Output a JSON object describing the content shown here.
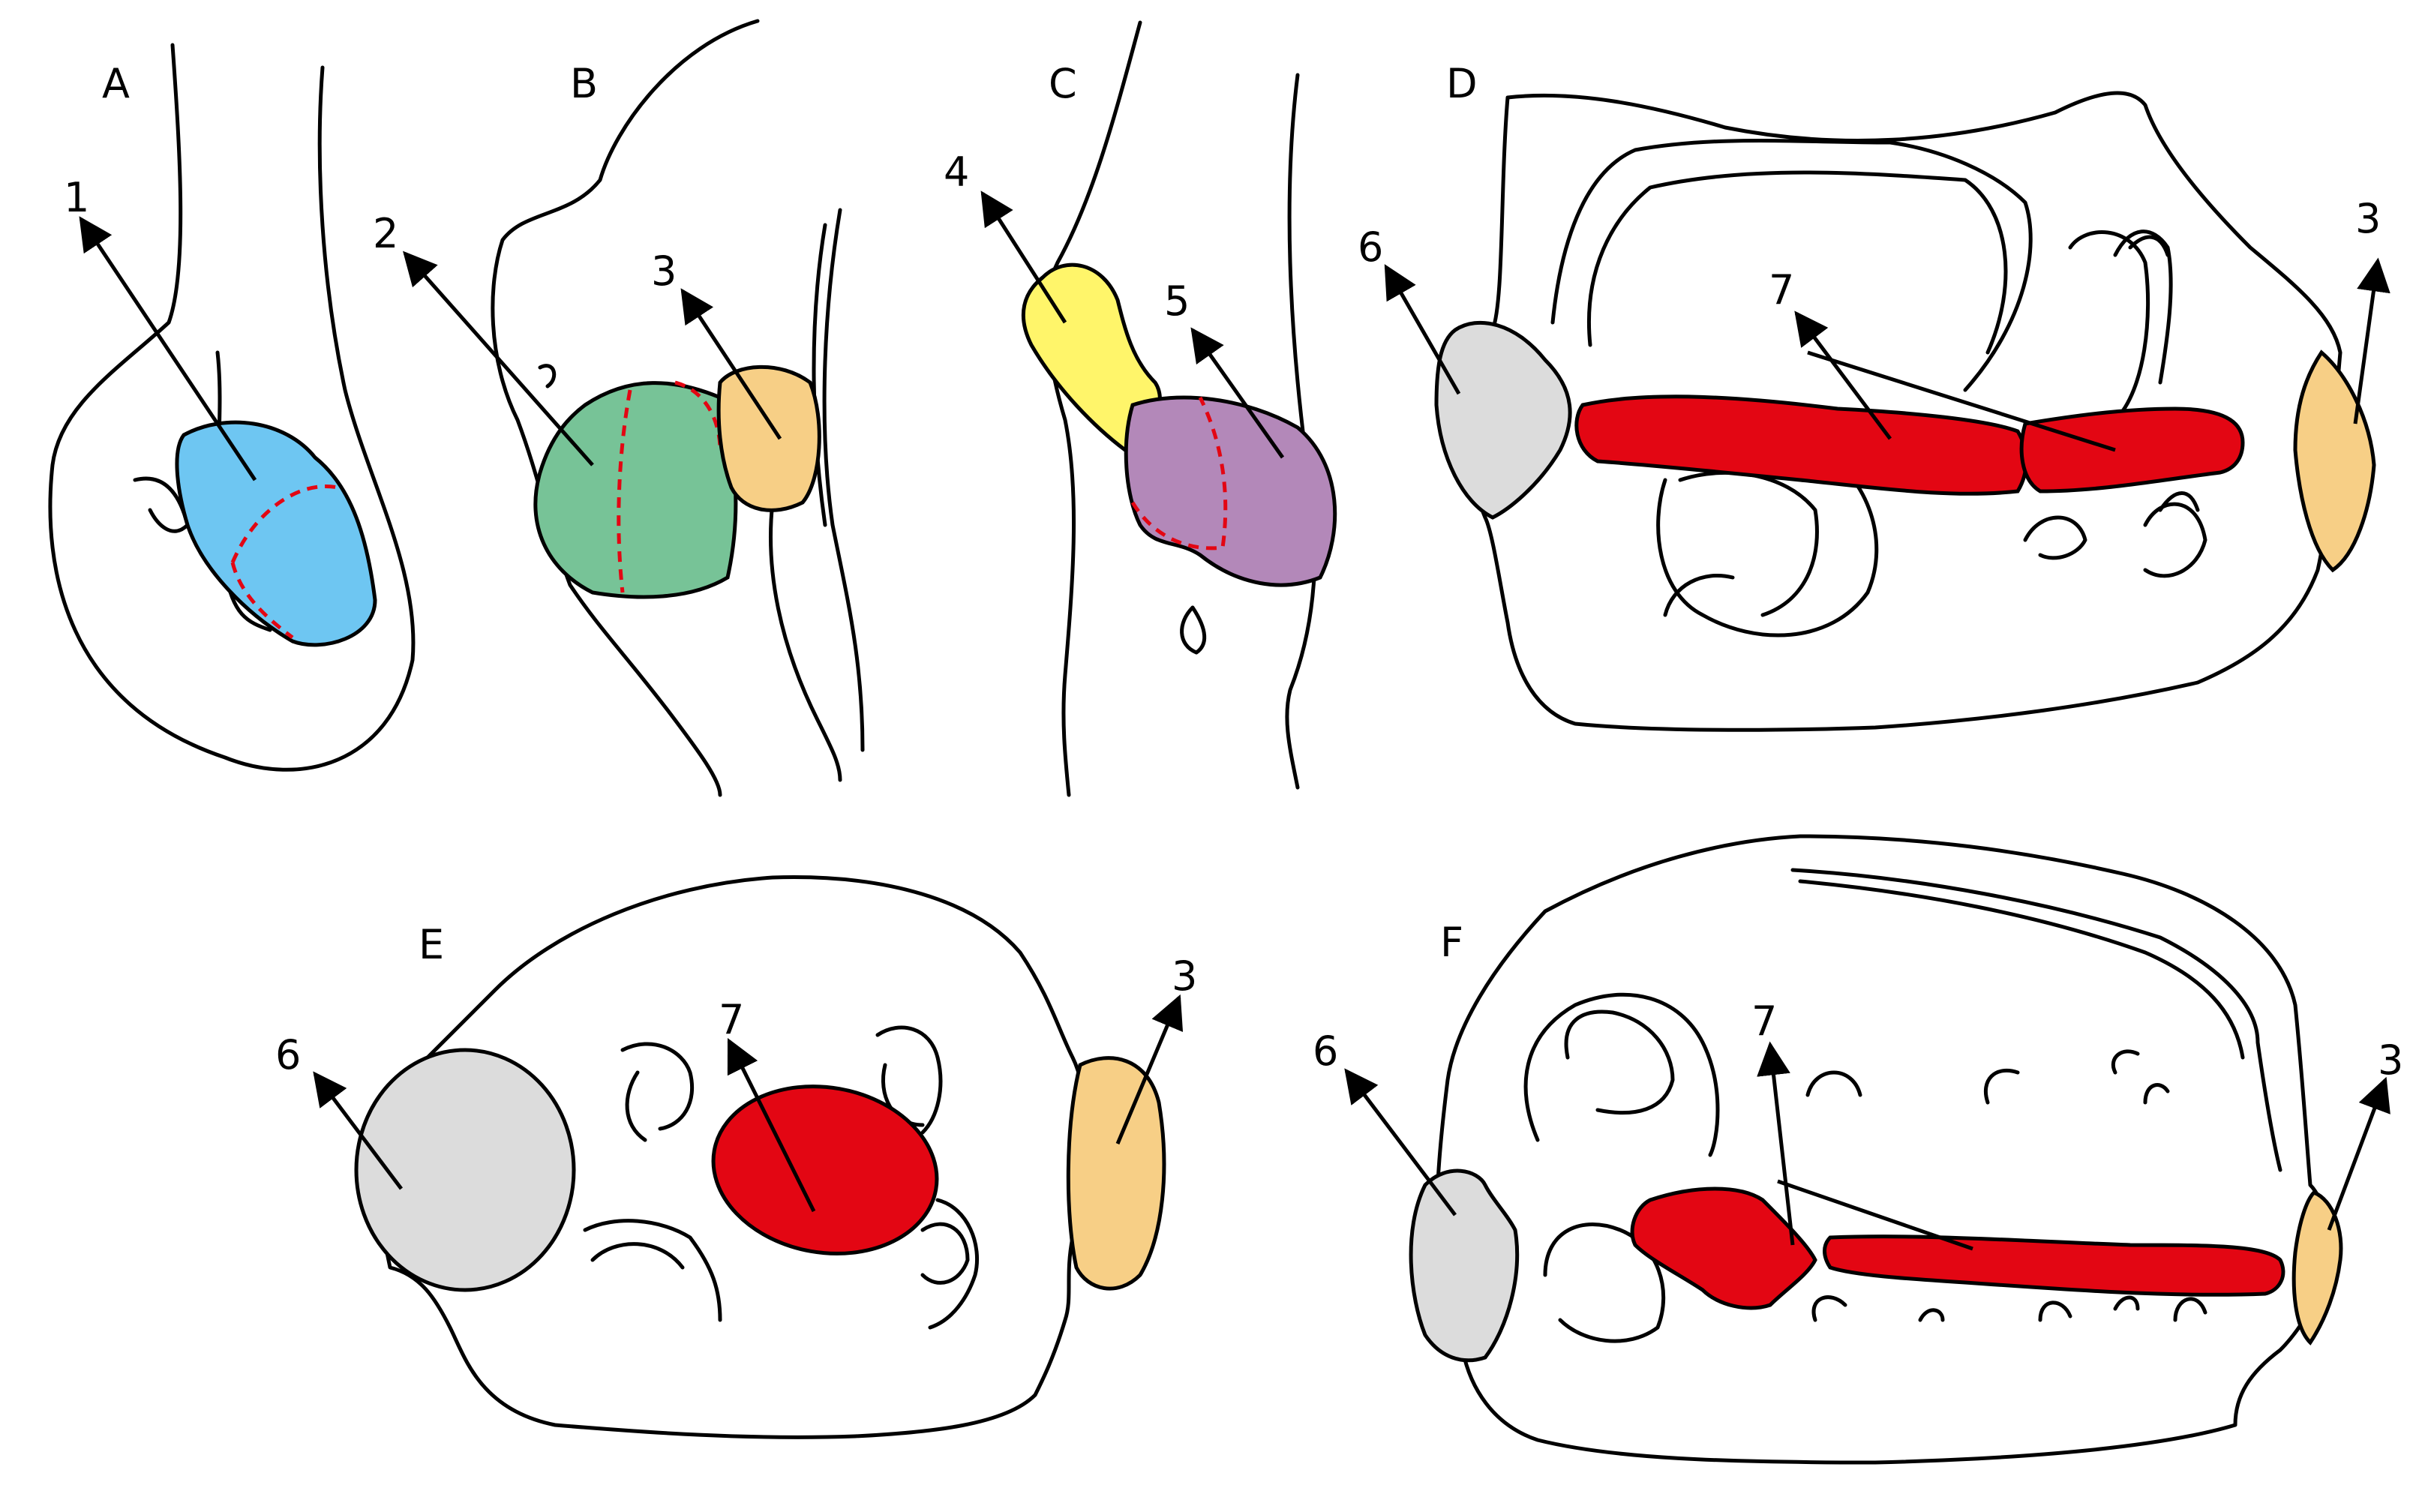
{
  "panels": {
    "a": {
      "letter": "A"
    },
    "b": {
      "letter": "B"
    },
    "c": {
      "letter": "C"
    },
    "d": {
      "letter": "D"
    },
    "e": {
      "letter": "E"
    },
    "f": {
      "letter": "F"
    }
  },
  "callouts": {
    "a_1": "1",
    "b_2": "2",
    "b_3": "3",
    "c_4": "4",
    "c_5": "5",
    "d_6": "6",
    "d_7": "7",
    "d_3": "3",
    "e_6": "6",
    "e_7": "7",
    "e_3": "3",
    "f_6": "6",
    "f_7": "7",
    "f_3": "3"
  },
  "colors": {
    "region_1": "#6ec6f2",
    "region_2": "#77c397",
    "region_3": "#f7cf86",
    "region_4": "#fff56a",
    "region_5": "#b388b9",
    "region_6": "#dcdcdc",
    "region_7": "#e30613",
    "dashed_line": "#e30613",
    "outline": "#000000"
  }
}
